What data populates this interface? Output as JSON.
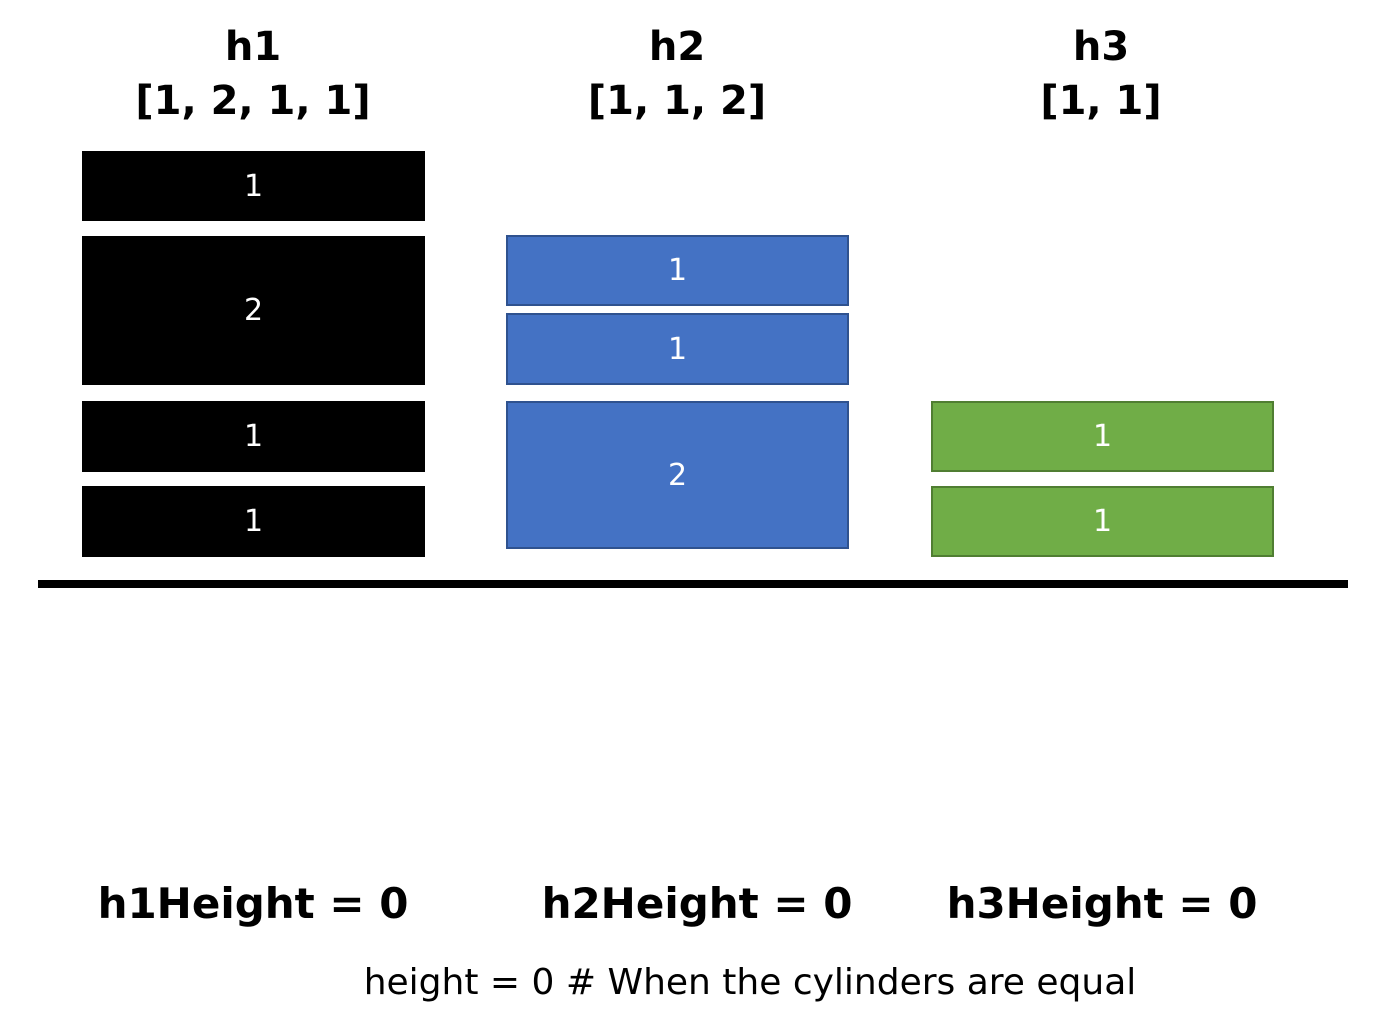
{
  "stacks": [
    {
      "id": "h1",
      "name": "h1",
      "list": "[1, 2, 1, 1]",
      "color": "#000000",
      "border": "#000000",
      "cylinders": [
        "1",
        "2",
        "1",
        "1"
      ]
    },
    {
      "id": "h2",
      "name": "h2",
      "list": "[1, 1, 2]",
      "color": "#4472C4",
      "border": "#2F528F",
      "cylinders": [
        "1",
        "1",
        "2"
      ]
    },
    {
      "id": "h3",
      "name": "h3",
      "list": "[1, 1]",
      "color": "#70AD47",
      "border": "#507E32",
      "cylinders": [
        "1",
        "1"
      ]
    }
  ],
  "heights": [
    {
      "label": "h1Height = 0"
    },
    {
      "label": "h2Height = 0"
    },
    {
      "label": "h3Height = 0"
    }
  ],
  "footer": "height = 0 # When the cylinders are equal"
}
